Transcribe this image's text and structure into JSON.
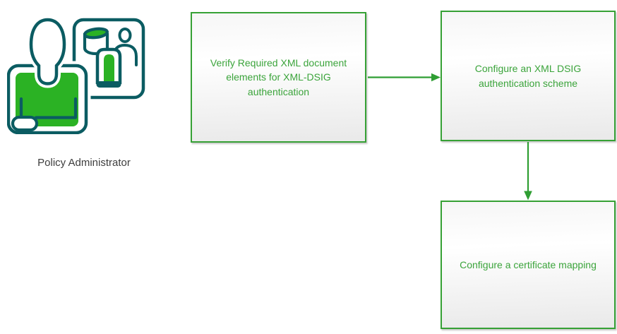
{
  "actor": {
    "label": "Policy Administrator",
    "icon": "policy-administrator-icon"
  },
  "flow": {
    "steps": [
      {
        "id": "step-1",
        "label": "Verify Required XML document elements for XML-DSIG authentication"
      },
      {
        "id": "step-2",
        "label": "Configure an XML DSIG authentication scheme"
      },
      {
        "id": "step-3",
        "label": "Configure a certificate mapping"
      }
    ],
    "connectors": [
      {
        "from": "step-1",
        "to": "step-2",
        "direction": "right"
      },
      {
        "from": "step-2",
        "to": "step-3",
        "direction": "down"
      }
    ]
  },
  "colors": {
    "box_border": "#36a135",
    "box_text": "#3ba43b",
    "arrow": "#2f9e33",
    "icon_outline_teal": "#0b5c62",
    "icon_fill_green": "#2bb224",
    "label_text": "#3d3d3d"
  }
}
